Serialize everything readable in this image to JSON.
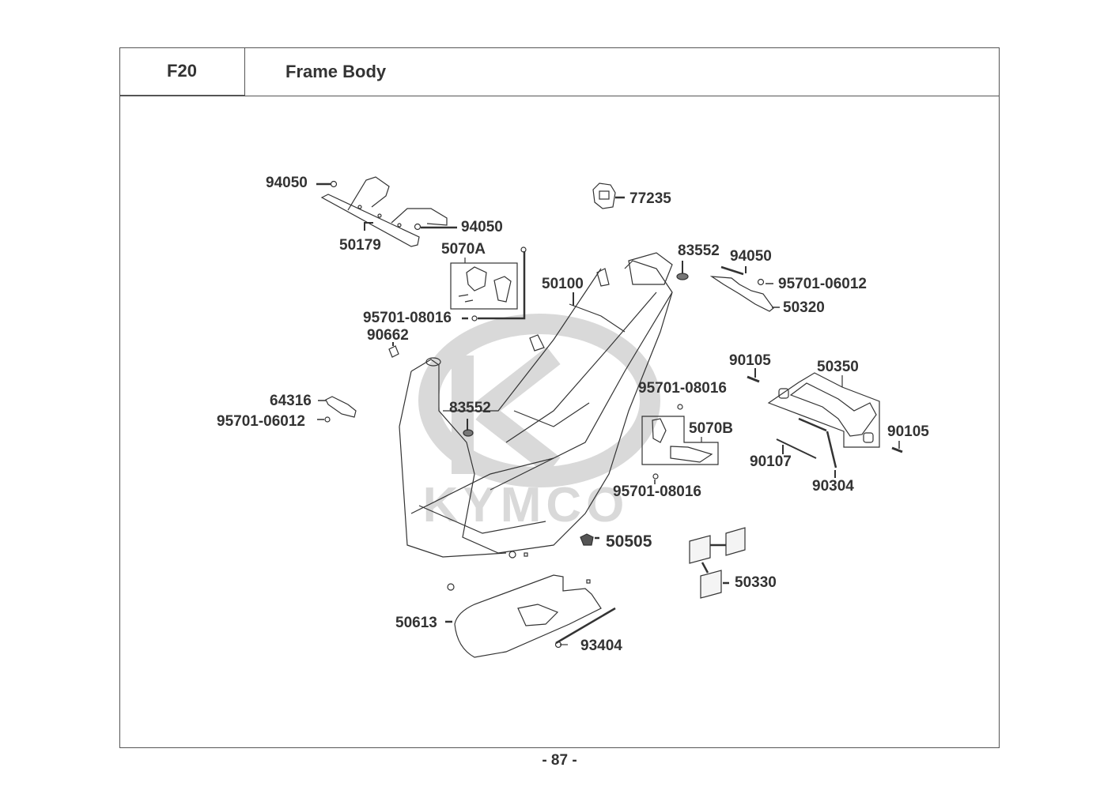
{
  "header": {
    "section_code": "F20",
    "section_title": "Frame Body"
  },
  "diagram": {
    "watermark": "KYMCO",
    "watermark_color": "#d9d9d9",
    "line_color": "#333333",
    "callouts": [
      {
        "id": "c1",
        "part_number": "94050"
      },
      {
        "id": "c2",
        "part_number": "94050"
      },
      {
        "id": "c3",
        "part_number": "50179"
      },
      {
        "id": "c4",
        "part_number": "77235"
      },
      {
        "id": "c5",
        "part_number": "5070A"
      },
      {
        "id": "c6",
        "part_number": "50100"
      },
      {
        "id": "c7",
        "part_number": "83552"
      },
      {
        "id": "c8",
        "part_number": "94050"
      },
      {
        "id": "c9",
        "part_number": "95701-06012"
      },
      {
        "id": "c10",
        "part_number": "50320"
      },
      {
        "id": "c11",
        "part_number": "95701-08016"
      },
      {
        "id": "c12",
        "part_number": "90662"
      },
      {
        "id": "c13",
        "part_number": "90105"
      },
      {
        "id": "c14",
        "part_number": "50350"
      },
      {
        "id": "c15",
        "part_number": "95701-08016"
      },
      {
        "id": "c16",
        "part_number": "64316"
      },
      {
        "id": "c17",
        "part_number": "95701-06012"
      },
      {
        "id": "c18",
        "part_number": "83552"
      },
      {
        "id": "c19",
        "part_number": "5070B"
      },
      {
        "id": "c20",
        "part_number": "90105"
      },
      {
        "id": "c21",
        "part_number": "90107"
      },
      {
        "id": "c22",
        "part_number": "90304"
      },
      {
        "id": "c23",
        "part_number": "95701-08016"
      },
      {
        "id": "c24",
        "part_number": "50505"
      },
      {
        "id": "c25",
        "part_number": "50330"
      },
      {
        "id": "c26",
        "part_number": "50613"
      },
      {
        "id": "c27",
        "part_number": "93404"
      }
    ]
  },
  "footer": {
    "page_number": "- 87 -"
  }
}
